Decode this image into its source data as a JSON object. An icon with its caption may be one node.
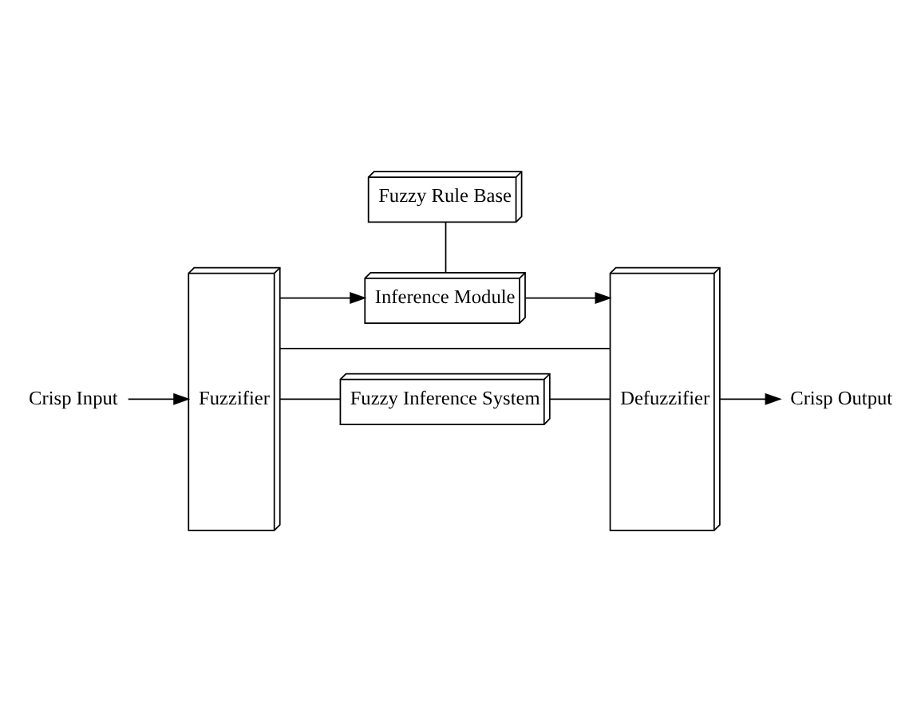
{
  "diagram": {
    "nodes": [
      {
        "text": [
          "Fuzzy Inference System"
        ]
      },
      {
        "text": [
          "Fuzzifier"
        ]
      },
      {
        "text": [
          "Inference Module"
        ]
      },
      {
        "text": [
          "Fuzzy Rule Base"
        ]
      },
      {
        "text": [
          "Defuzzifier"
        ]
      },
      {
        "text": [
          "Crisp Input"
        ]
      },
      {
        "text": [
          "Crisp Output"
        ]
      }
    ],
    "edges": [
      {
        "from": 5,
        "to": 1,
        "arrow": "to"
      },
      {
        "from": 1,
        "to": 0,
        "arrow": "none"
      },
      {
        "from": 0,
        "to": 4,
        "arrow": "none"
      },
      {
        "from": 1,
        "to": 2,
        "arrow": "to"
      },
      {
        "from": 2,
        "to": 4,
        "arrow": "to"
      },
      {
        "from": 3,
        "to": 2,
        "arrow": "none"
      },
      {
        "from": 1,
        "to": 4,
        "arrow": "none"
      },
      {
        "from": 4,
        "to": 6,
        "arrow": "to"
      }
    ]
  }
}
